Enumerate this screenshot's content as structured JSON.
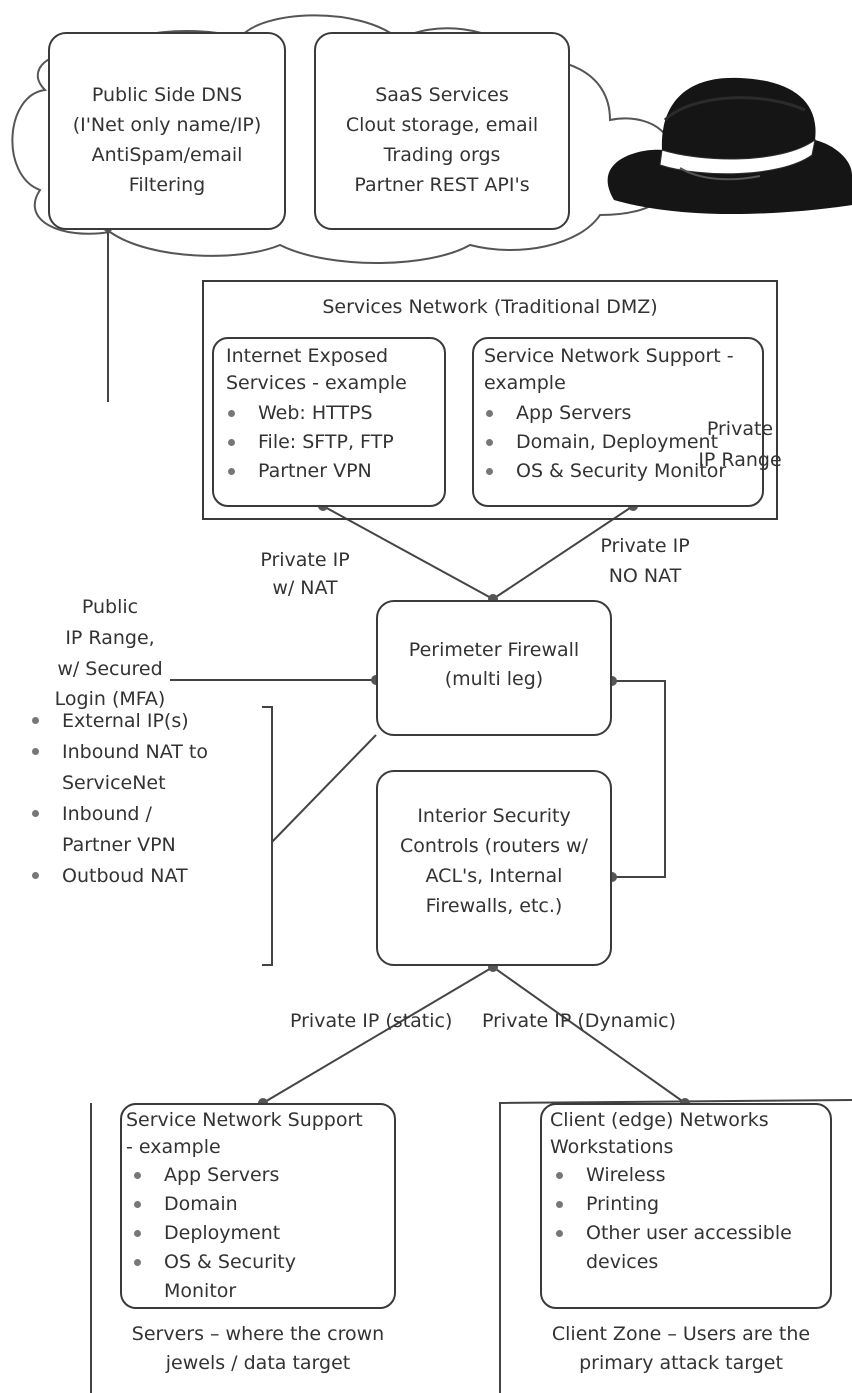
{
  "cloud": {
    "public_dns": {
      "lines": [
        "Public Side DNS",
        "(I'Net only name/IP)",
        "AntiSpam/email",
        "Filtering"
      ]
    },
    "saas": {
      "lines": [
        "SaaS Services",
        "Clout storage, email",
        "Trading orgs",
        "Partner REST API's"
      ]
    }
  },
  "services_network": {
    "title": "Services Network (Traditional DMZ)",
    "internet_exposed": {
      "heading": [
        "Internet Exposed",
        "Services - example"
      ],
      "items": [
        "Web: HTTPS",
        "File: SFTP, FTP",
        "Partner VPN"
      ]
    },
    "support": {
      "heading": [
        "Service Network Support -",
        "example"
      ],
      "items": [
        "App Servers",
        "Domain, Deployment",
        "OS & Security Monitor"
      ]
    }
  },
  "links": {
    "private_ip_nat": [
      "Private IP",
      "w/ NAT"
    ],
    "private_ip_no_nat": [
      "Private IP",
      "NO NAT"
    ],
    "public_range": [
      "Public",
      "IP Range,",
      "w/ Secured",
      "Login (MFA)"
    ],
    "private_range": [
      "Private",
      "IP Range"
    ],
    "private_static": "Private IP (static)",
    "private_dynamic": "Private IP (Dynamic)"
  },
  "perimeter_firewall": {
    "lines": [
      "Perimeter Firewall",
      "(multi leg)"
    ]
  },
  "firewall_features": [
    "External IP(s)",
    "Inbound NAT to",
    "ServiceNet",
    "Inbound /",
    "Partner VPN",
    "Outboud NAT"
  ],
  "interior_controls": {
    "lines": [
      "Interior Security",
      "Controls (routers w/",
      "ACL's, Internal",
      "Firewalls, etc.)"
    ]
  },
  "servers_zone": {
    "heading": [
      "Service Network Support",
      "- example"
    ],
    "items": [
      "App Servers",
      "Domain",
      "Deployment",
      "OS & Security",
      "Monitor"
    ],
    "caption": [
      "Servers – where the crown",
      "jewels / data target"
    ]
  },
  "client_zone": {
    "heading": [
      "Client (edge) Networks",
      "Workstations"
    ],
    "items": [
      "Wireless",
      "Printing",
      "Other user accessible",
      "devices"
    ],
    "caption": [
      "Client Zone – Users are the",
      "primary attack target"
    ]
  }
}
